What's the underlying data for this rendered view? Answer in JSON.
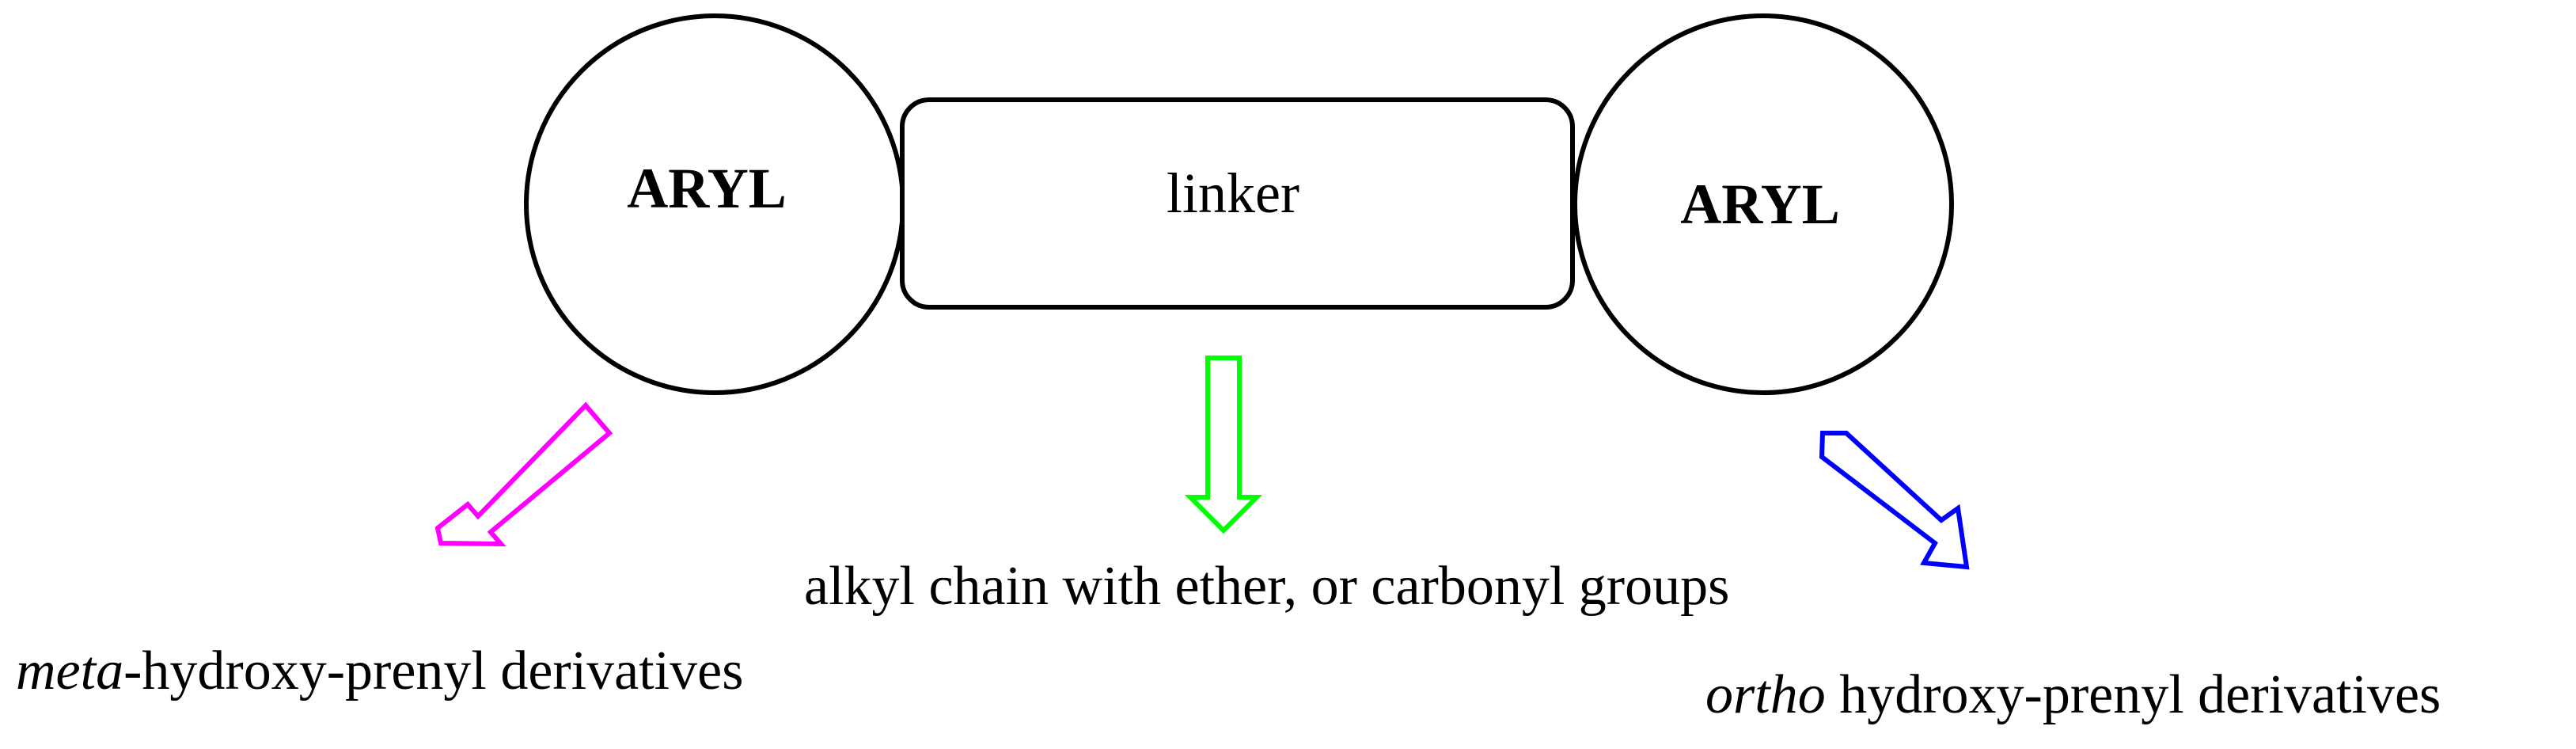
{
  "nodes": {
    "aryl_left": {
      "label": "ARYL"
    },
    "linker": {
      "label": "linker"
    },
    "aryl_right": {
      "label": "ARYL"
    }
  },
  "annotations": {
    "left": {
      "italic": "meta",
      "text": "-hydroxy-prenyl derivatives"
    },
    "center": {
      "text": "alkyl chain with ether, or carbonyl groups"
    },
    "right": {
      "italic": "ortho",
      "text": " hydroxy-prenyl derivatives"
    }
  },
  "colors": {
    "stroke": "#000000",
    "arrow_left": "#ff00ff",
    "arrow_center": "#00ff00",
    "arrow_right": "#0000ff"
  }
}
